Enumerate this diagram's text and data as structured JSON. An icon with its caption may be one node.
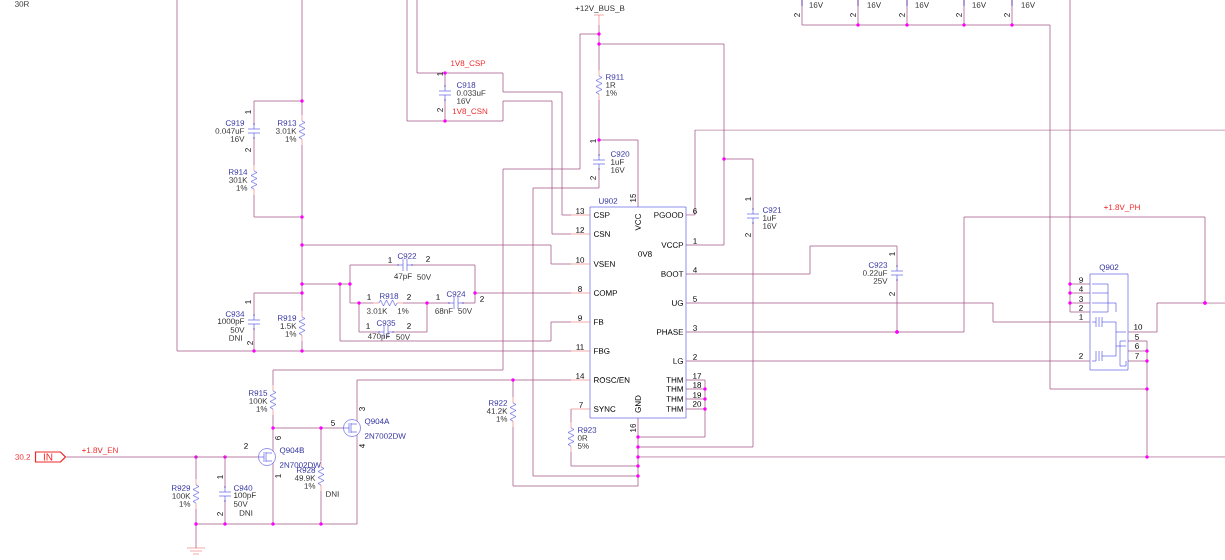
{
  "diagram": {
    "nodes": [
      {
        "text": [
          "U902",
          "CSP",
          "CSN",
          "VSEN",
          "COMP",
          "FB",
          "FBG",
          "ROSC/EN",
          "SYNC",
          "VCC",
          "PGOOD",
          "VCCP",
          "BOOT",
          "UG",
          "PHASE",
          "LG",
          "THM",
          "THM",
          "THM",
          "THM",
          "GND",
          "0V8"
        ],
        "beside": [
          "13",
          "12",
          "10",
          "8",
          "9",
          "11",
          "14",
          "7",
          "15",
          "16",
          "6",
          "1",
          "4",
          "5",
          "3",
          "2",
          "17",
          "18",
          "19",
          "20"
        ]
      },
      {
        "text": [
          "Q902"
        ],
        "beside": [
          "9",
          "4",
          "3",
          "2",
          "1",
          "2",
          "10",
          "5",
          "6",
          "7"
        ]
      },
      {
        "text": [
          "IN"
        ],
        "beside": [
          "30.2"
        ]
      }
    ],
    "edges": [
      {
        "from": 0,
        "to": 1,
        "arrow": "none"
      },
      {
        "from": 0,
        "to": 1,
        "arrow": "none"
      },
      {
        "from": 0,
        "to": 1,
        "arrow": "none"
      },
      {
        "from": 2,
        "to": null,
        "arrow": "none"
      }
    ],
    "labels": [
      "30R",
      "+12V_BUS_B",
      "16V",
      "16V",
      "16V",
      "16V",
      "16V",
      "2",
      "2",
      "2",
      "2",
      "2",
      "1V8_CSP",
      "1",
      "C918",
      "0.033uF",
      "16V",
      "2",
      "1V8_CSN",
      "R911",
      "1R",
      "1%",
      "1",
      "C920",
      "1uF",
      "16V",
      "2",
      "1",
      "C919",
      "0.047uF",
      "16V",
      "2",
      "R913",
      "3.01K",
      "1%",
      "R914",
      "301K",
      "1%",
      "1",
      "C922",
      "2",
      "47pF",
      "50V",
      "1",
      "R918",
      "2",
      "3.01K",
      "1%",
      "1",
      "C924",
      "2",
      "68nF",
      "50V",
      "1",
      "C935",
      "2",
      "470pF",
      "50V",
      "1",
      "C934",
      "1000pF",
      "50V",
      "DNI",
      "2",
      "R919",
      "1.5K",
      "1%",
      "1",
      "C921",
      "1uF",
      "16V",
      "2",
      "1",
      "C923",
      "0.22uF",
      "25V",
      "2",
      "+1.8V_PH",
      "R922",
      "41.2K",
      "1%",
      "R923",
      "0R",
      "5%",
      "+1.8V_EN",
      "R929",
      "100K",
      "1%",
      "1",
      "C940",
      "100pF",
      "50V",
      "2",
      "DNI",
      "R915",
      "100K",
      "1%",
      "2",
      "6",
      "Q904B",
      "2N7002DW",
      "1",
      "5",
      "3",
      "Q904A",
      "2N7002DW",
      "4",
      "R928",
      "49.9K",
      "1%",
      "DNI"
    ]
  }
}
